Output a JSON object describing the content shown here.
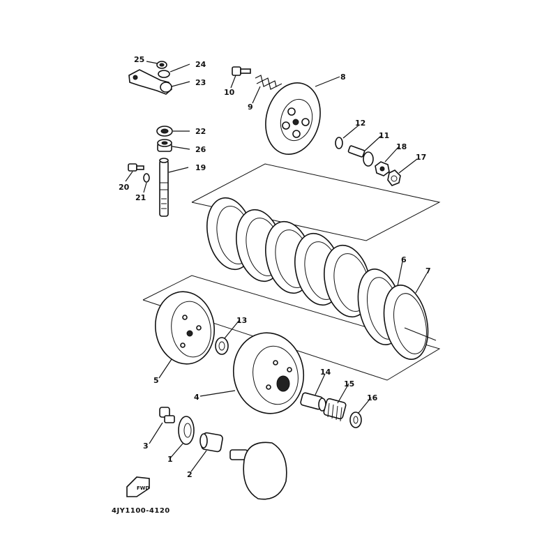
{
  "diagram": {
    "code": "4JY1100-4120",
    "fwd_label": "FWD",
    "callouts": [
      "1",
      "2",
      "3",
      "4",
      "5",
      "6",
      "7",
      "8",
      "9",
      "10",
      "11",
      "12",
      "13",
      "14",
      "15",
      "16",
      "17",
      "18",
      "19",
      "20",
      "21",
      "22",
      "23",
      "24",
      "25",
      "26"
    ]
  }
}
